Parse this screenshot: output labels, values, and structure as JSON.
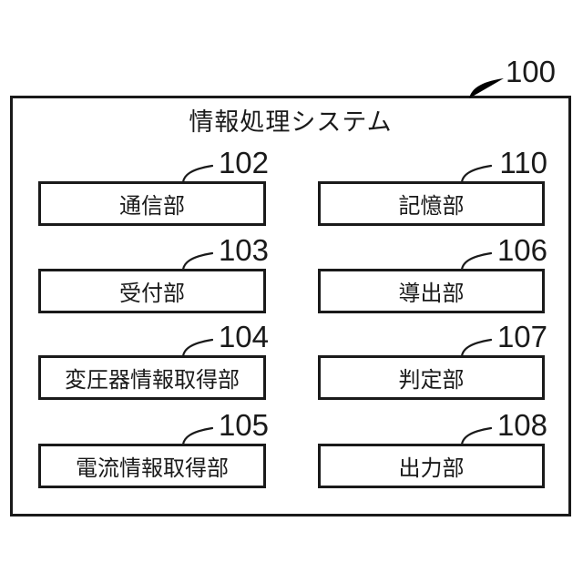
{
  "figure": {
    "system": {
      "ref": "100",
      "title": "情報処理システム"
    },
    "units": [
      {
        "ref": "102",
        "label": "通信部"
      },
      {
        "ref": "103",
        "label": "受付部"
      },
      {
        "ref": "104",
        "label": "変圧器情報取得部"
      },
      {
        "ref": "105",
        "label": "電流情報取得部"
      },
      {
        "ref": "110",
        "label": "記憶部"
      },
      {
        "ref": "106",
        "label": "導出部"
      },
      {
        "ref": "107",
        "label": "判定部"
      },
      {
        "ref": "108",
        "label": "出力部"
      }
    ],
    "colors": {
      "line": "#1a1a1a",
      "background": "#ffffff"
    }
  }
}
